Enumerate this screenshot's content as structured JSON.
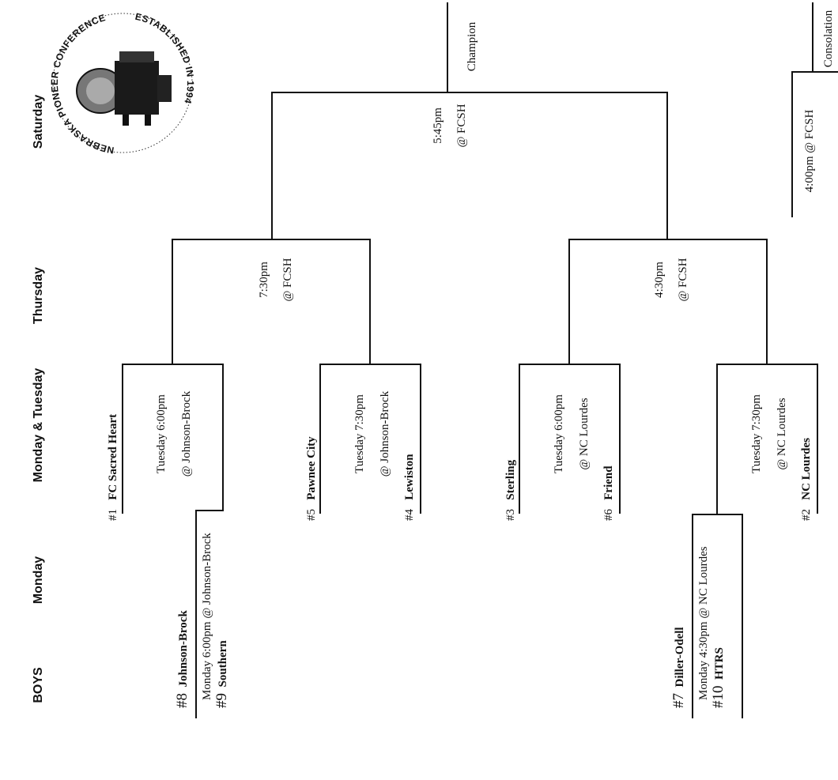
{
  "headers": {
    "boys": "BOYS",
    "monday": "Monday",
    "monday_tuesday": "Monday & Tuesday",
    "thursday": "Thursday",
    "saturday": "Saturday"
  },
  "logo": {
    "text_top": "NEBRASKA PIONEER CONFERENCE",
    "text_bottom": "ESTABLISHED IN 1994"
  },
  "monday_games": [
    {
      "top_seed": "#8",
      "top_team": "Johnson-Brock",
      "info": "Monday 6:00pm @ Johnson-Brock",
      "bottom_seed": "#9",
      "bottom_team": "Southern"
    },
    {
      "top_seed": "#7",
      "top_team": "Diller-Odell",
      "info": "Monday 4:30pm @ NC Lourdes",
      "bottom_seed": "#10",
      "bottom_team": "HTRS"
    }
  ],
  "quarterfinals": [
    {
      "top_seed": "#1",
      "top_team": "FC Sacred Heart",
      "time": "Tuesday 6:00pm",
      "site": "@ Johnson-Brock",
      "bottom_seed": "",
      "bottom_team": ""
    },
    {
      "top_seed": "#5",
      "top_team": "Pawnee City",
      "time": "Tuesday 7:30pm",
      "site": "@ Johnson-Brock",
      "bottom_seed": "#4",
      "bottom_team": "Lewiston"
    },
    {
      "top_seed": "#3",
      "top_team": "Sterling",
      "time": "Tuesday 6:00pm",
      "site": "@ NC Lourdes",
      "bottom_seed": "#6",
      "bottom_team": "Friend"
    },
    {
      "top_seed": "",
      "top_team": "",
      "time": "Tuesday 7:30pm",
      "site": "@ NC Lourdes",
      "bottom_seed": "#2",
      "bottom_team": "NC Lourdes"
    }
  ],
  "semifinals": [
    {
      "time": "7:30pm",
      "site": "@ FCSH"
    },
    {
      "time": "4:30pm",
      "site": "@ FCSH"
    }
  ],
  "final": {
    "time": "5:45pm",
    "site": "@ FCSH",
    "label": "Champion"
  },
  "consolation": {
    "info": "4:00pm @ FCSH",
    "label": "Consolation"
  }
}
